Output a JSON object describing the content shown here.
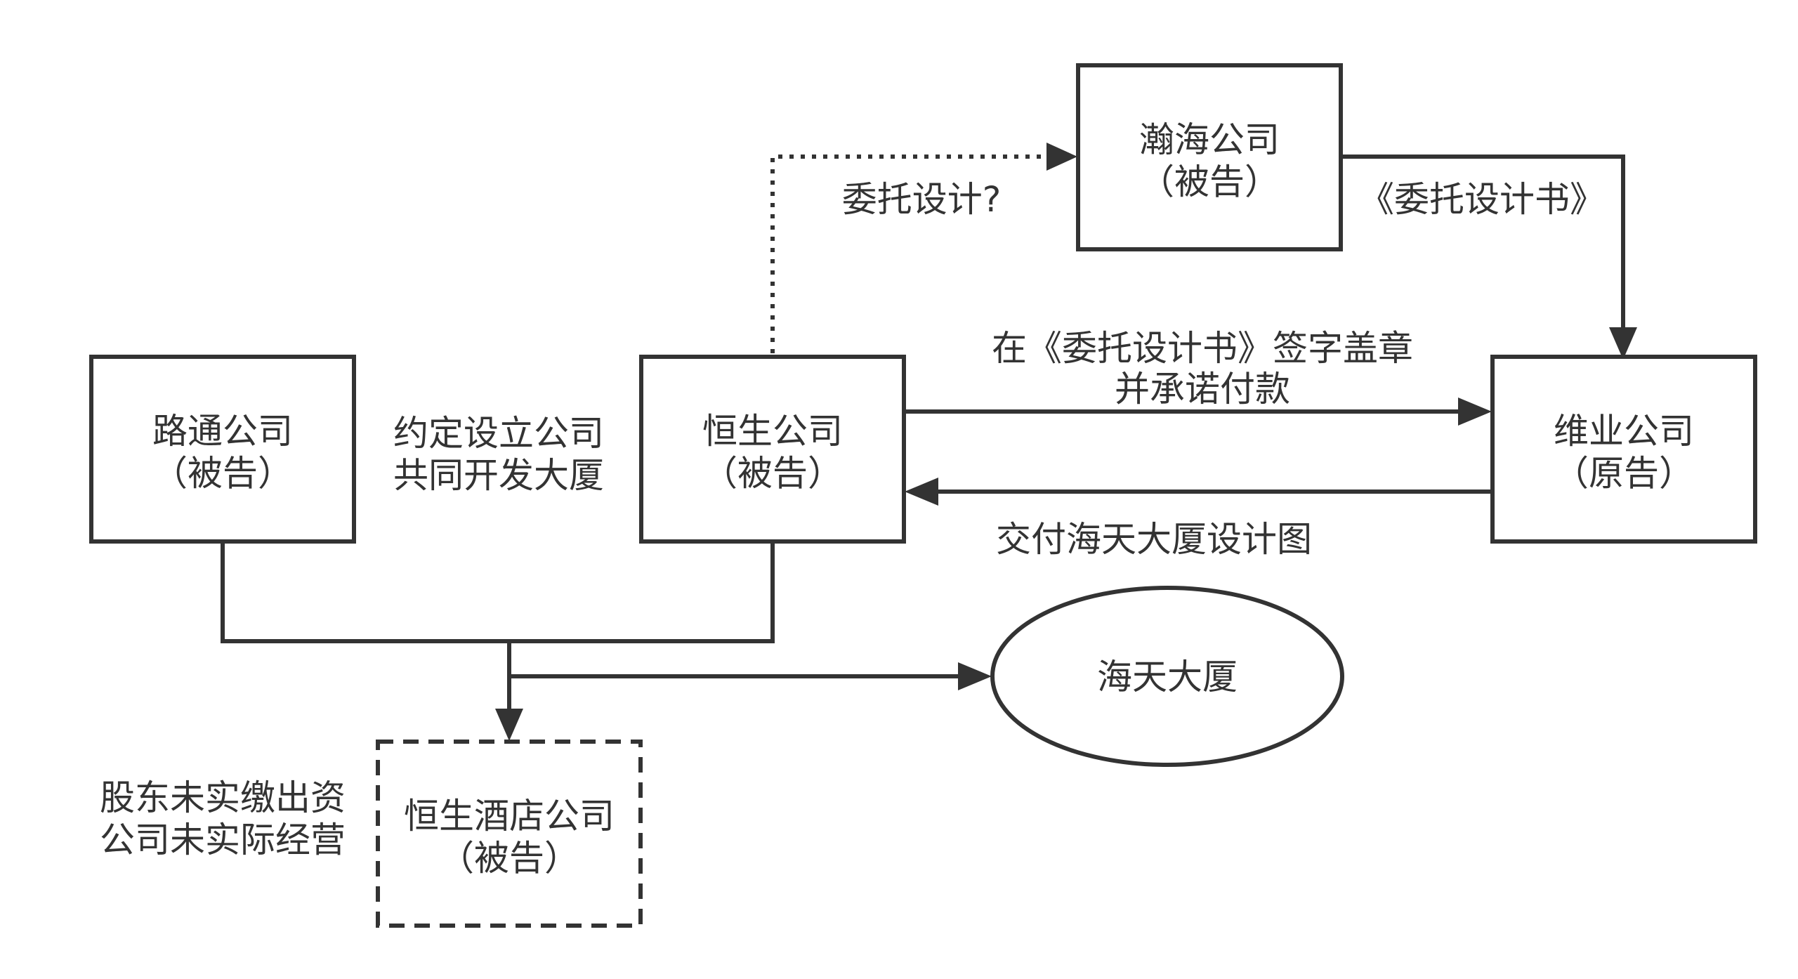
{
  "nodes": {
    "lutong": {
      "name": "路通公司",
      "role": "（被告）"
    },
    "hengsheng": {
      "name": "恒生公司",
      "role": "（被告）"
    },
    "hanhai": {
      "name": "瀚海公司",
      "role": "（被告）"
    },
    "weiye": {
      "name": "维业公司",
      "role": "（原告）"
    },
    "hotel": {
      "name": "恒生酒店公司",
      "role": "（被告）"
    },
    "building": {
      "name": "海天大厦"
    }
  },
  "edges": {
    "agreement": {
      "line1": "约定设立公司",
      "line2": "共同开发大厦"
    },
    "entrust_question": {
      "label": "委托设计?"
    },
    "entrust_letter": {
      "label": "《委托设计书》"
    },
    "sign_pay": {
      "line1": "在《委托设计书》签字盖章",
      "line2": "并承诺付款"
    },
    "deliver": {
      "label": "交付海天大厦设计图"
    },
    "shareholder": {
      "line1": "股东未实缴出资",
      "line2": "公司未实际经营"
    }
  },
  "colors": {
    "stroke": "#333333",
    "fill": "#ffffff",
    "text": "#333333"
  }
}
